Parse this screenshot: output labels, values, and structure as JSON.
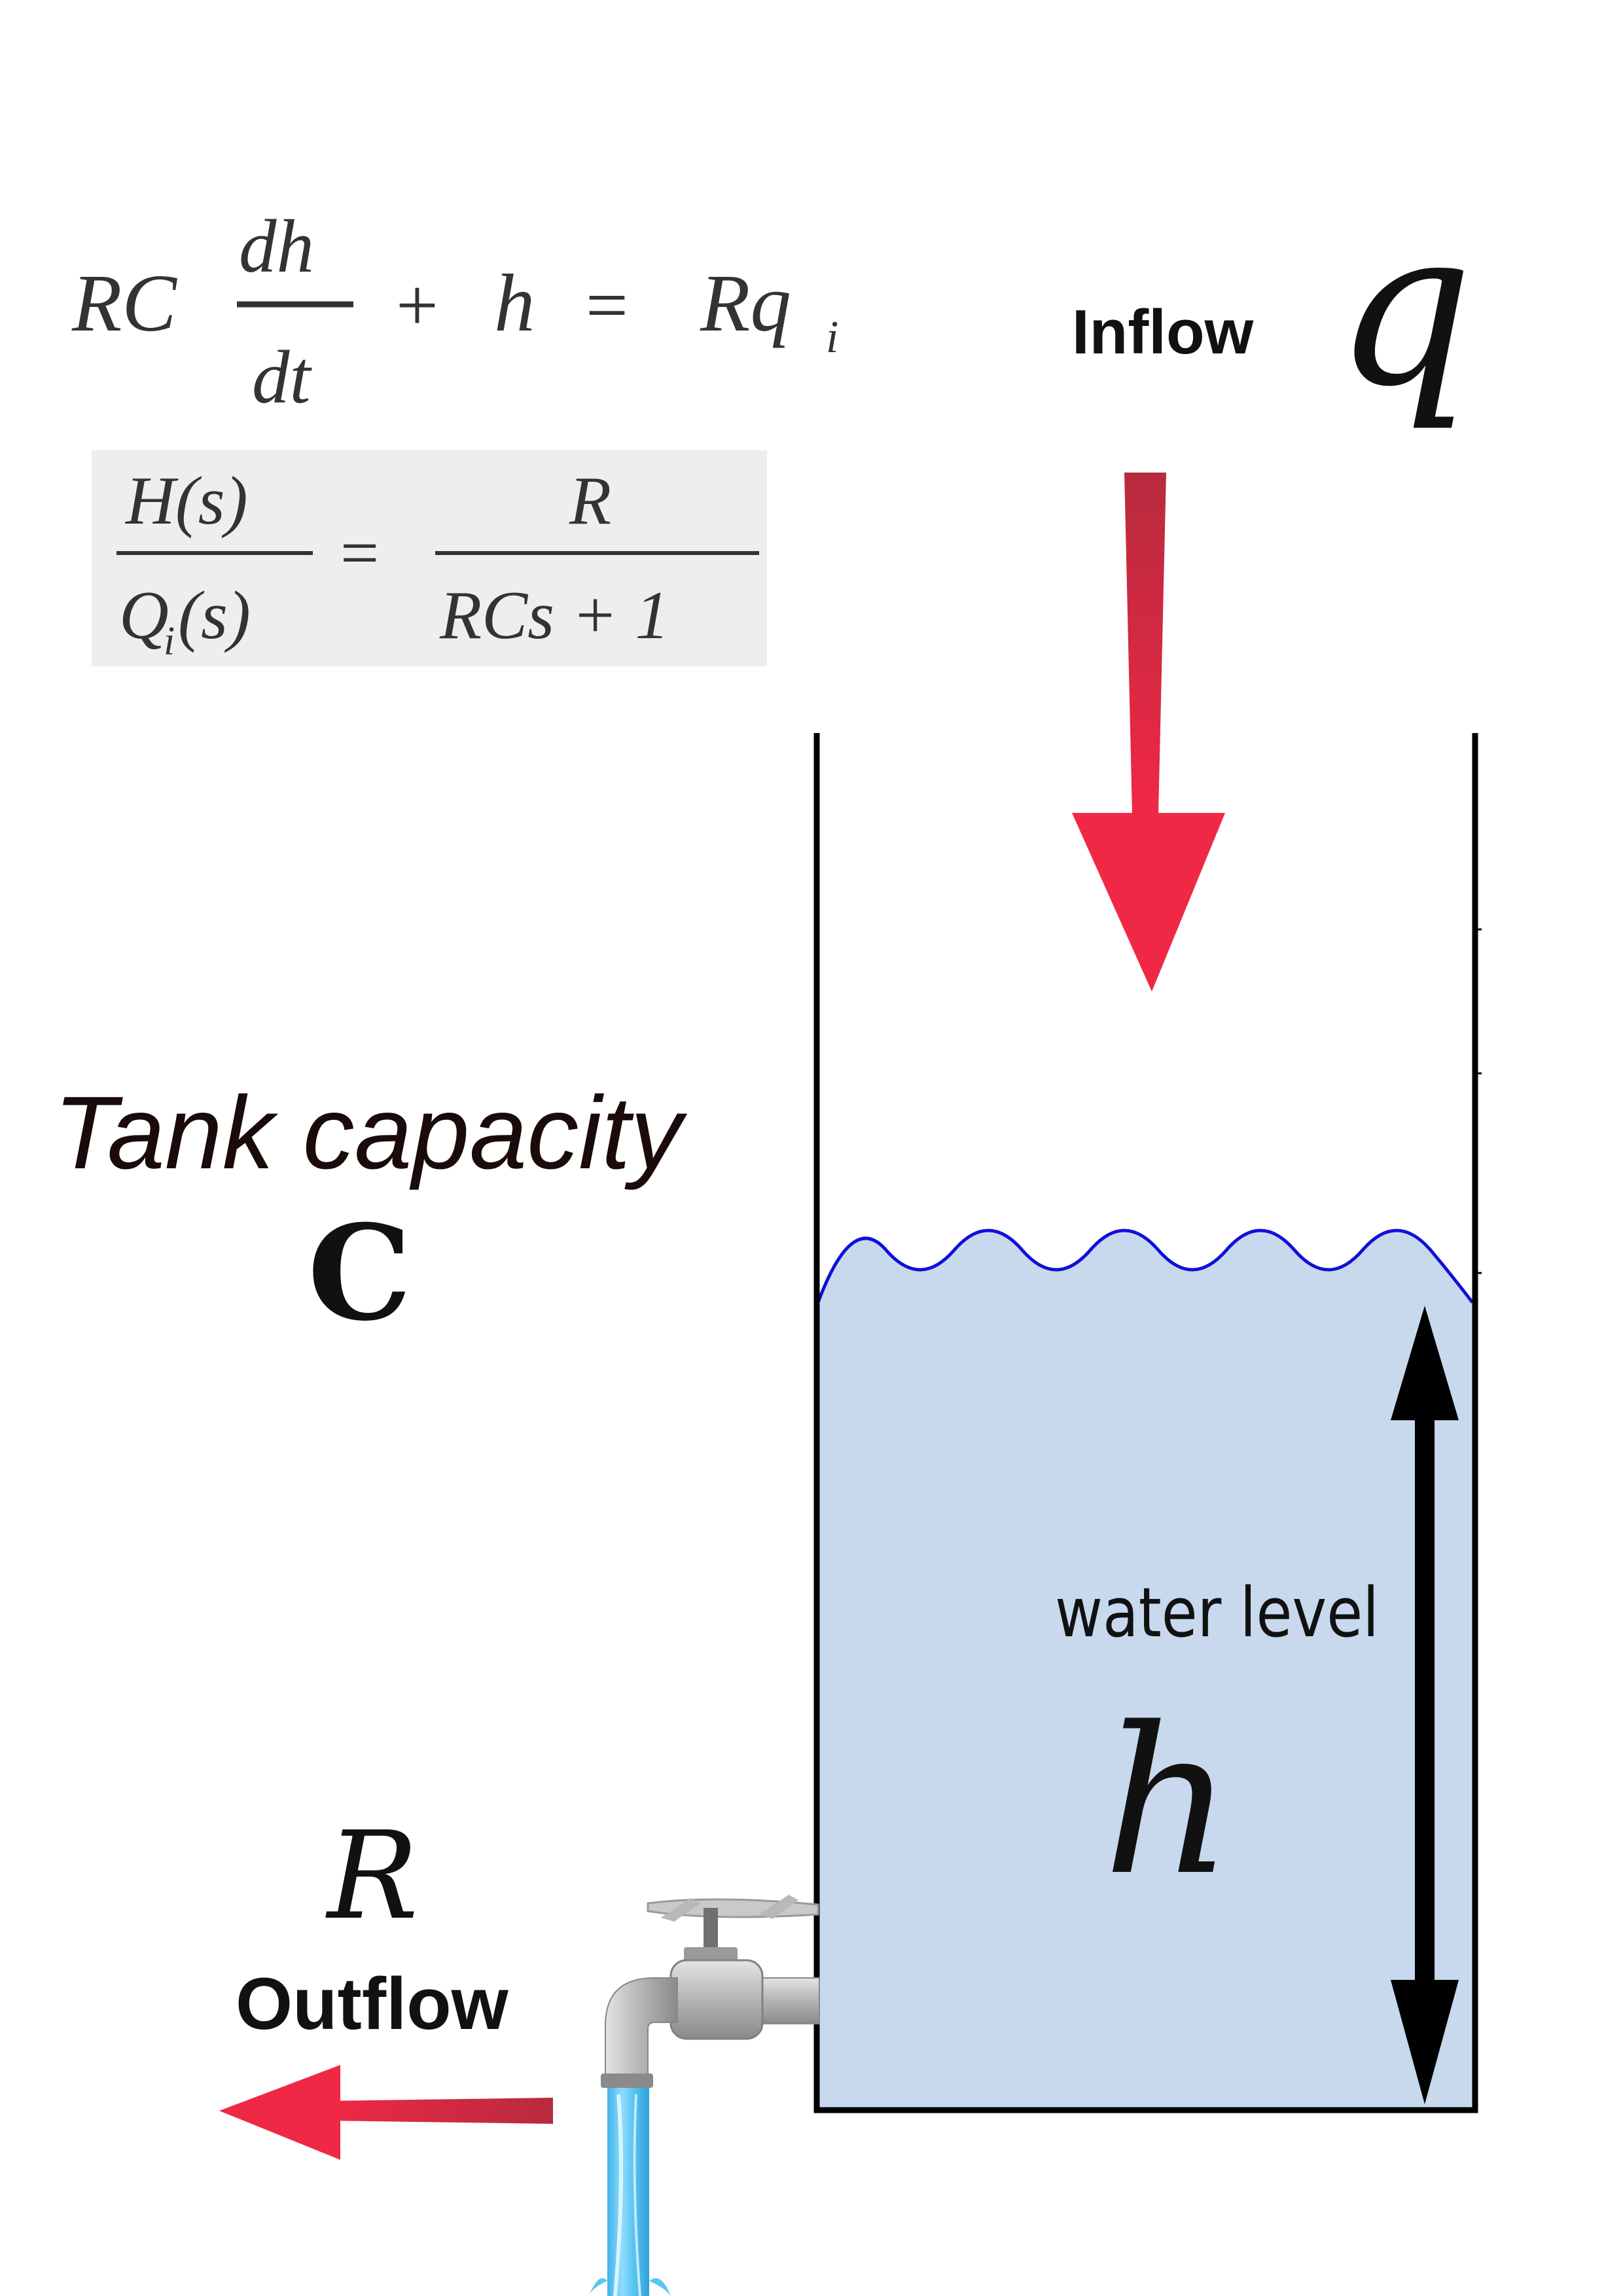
{
  "equations": {
    "ode": {
      "lhs_prefix": "RC",
      "frac_num": "dh",
      "frac_den": "dt",
      "plus": "+",
      "h": "h",
      "equals": "=",
      "rhs": "Rq",
      "rhs_sub": "i"
    },
    "transfer": {
      "lhs_num": "H(s)",
      "lhs_den_main": "Q",
      "lhs_den_sub": "i",
      "lhs_den_rest": "(s)",
      "equals": "=",
      "rhs_num": "R",
      "rhs_den": "RCs + 1"
    }
  },
  "labels": {
    "inflow": "Inflow",
    "inflow_symbol": "q",
    "tank_capacity": "Tank capacity",
    "capacity_symbol": "C",
    "water_level": "water level",
    "level_symbol": "h",
    "resistance_symbol": "R",
    "outflow": "Outflow"
  },
  "icons": [
    "inflow-arrow-icon",
    "outflow-arrow-icon",
    "level-double-arrow-icon",
    "faucet-icon",
    "water-stream-icon"
  ],
  "colors": {
    "arrow_red": "#f02846",
    "water_fill": "#c8d9ee",
    "wave_stroke": "#1010d8",
    "tank_stroke": "#000000",
    "stream_blue": "#5cc6f2",
    "formula_box_bg": "#eeeeee"
  }
}
